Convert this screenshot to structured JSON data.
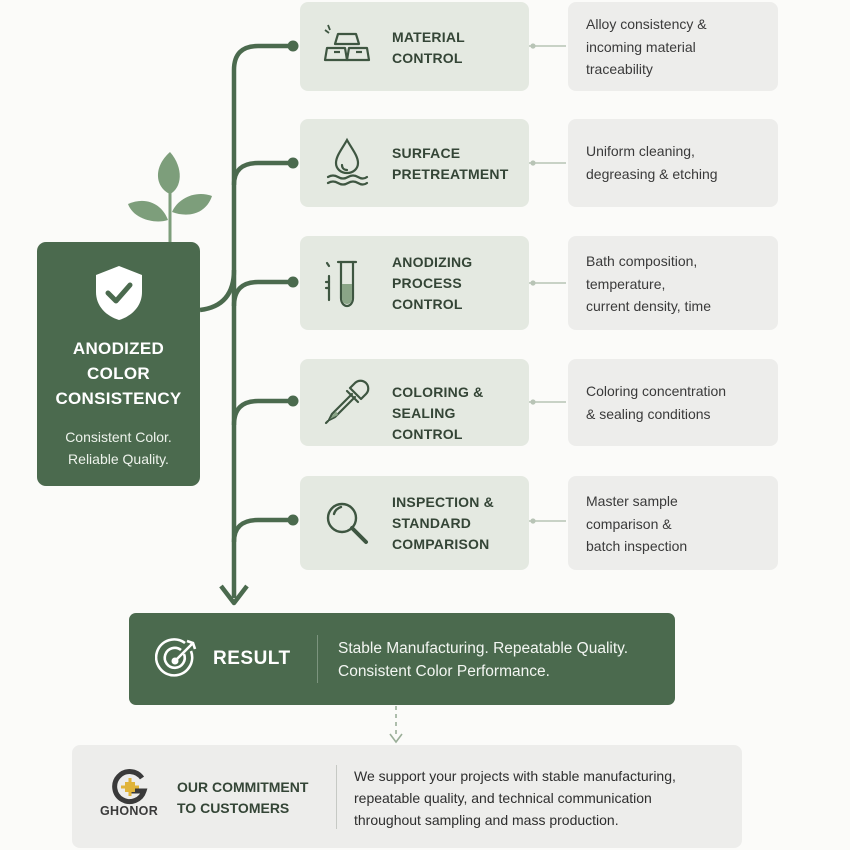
{
  "main": {
    "title_lines": [
      "ANODIZED",
      "COLOR",
      "CONSISTENCY"
    ],
    "tagline_lines": [
      "Consistent Color.",
      "Reliable Quality."
    ]
  },
  "steps": [
    {
      "label_lines": [
        "MATERIAL",
        "CONTROL"
      ],
      "icon": "metal-ingots-icon",
      "desc_lines": [
        "Alloy consistency &",
        "incoming material",
        "traceability"
      ]
    },
    {
      "label_lines": [
        "SURFACE",
        "PRETREATMENT"
      ],
      "icon": "water-drop-icon",
      "desc_lines": [
        "Uniform cleaning,",
        "degreasing & etching"
      ]
    },
    {
      "label_lines": [
        "ANODIZING",
        "PROCESS",
        "CONTROL"
      ],
      "icon": "test-tube-icon",
      "desc_lines": [
        "Bath composition,",
        "temperature,",
        "current density, time"
      ]
    },
    {
      "label_lines": [
        "COLORING &",
        "SEALING CONTROL"
      ],
      "icon": "dropper-icon",
      "desc_lines": [
        "Coloring concentration",
        "& sealing conditions"
      ]
    },
    {
      "label_lines": [
        "INSPECTION &",
        "STANDARD",
        "COMPARISON"
      ],
      "icon": "magnifier-icon",
      "desc_lines": [
        "Master sample",
        "comparison &",
        "batch inspection"
      ]
    }
  ],
  "result": {
    "label": "RESULT",
    "icon": "target-icon",
    "text_lines": [
      "Stable Manufacturing. Repeatable Quality.",
      "Consistent Color Performance."
    ]
  },
  "commitment": {
    "logo_text": "GHONOR",
    "title_lines": [
      "OUR COMMITMENT",
      "TO CUSTOMERS"
    ],
    "text_lines": [
      "We support your projects with stable manufacturing,",
      "repeatable quality, and technical communication",
      "throughout sampling and mass production."
    ]
  },
  "colors": {
    "primary_green": "#4b6a4e",
    "step_bg": "#e4e9e1",
    "desc_bg": "#ededeb",
    "leaf_green": "#7d9e7b",
    "logo_gold": "#e0b43a"
  }
}
